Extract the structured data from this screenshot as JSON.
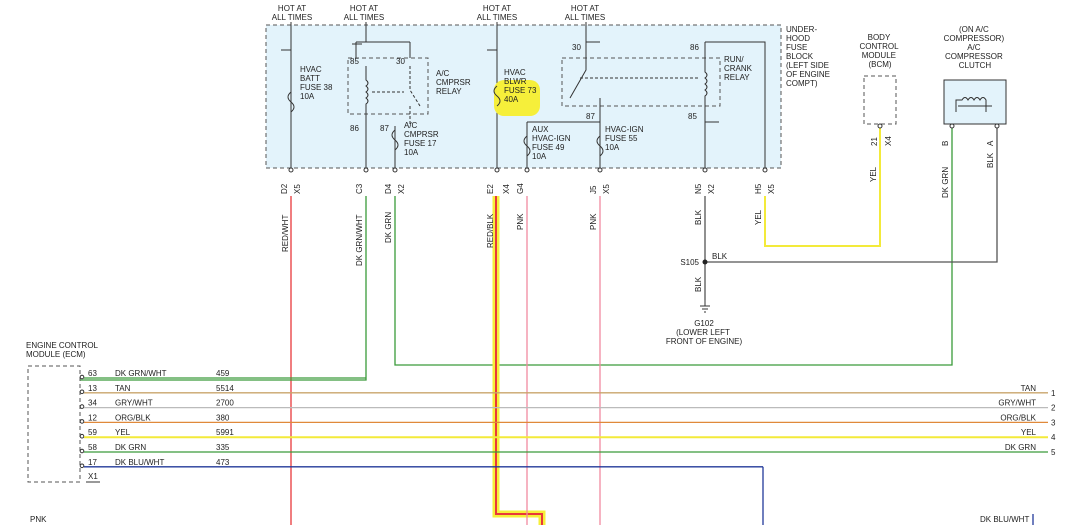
{
  "colors": {
    "red": "#e8383b",
    "green": "#3a9b3a",
    "pink": "#f08aa0",
    "black": "#555555",
    "yellow": "#f3ea3a",
    "tan": "#c9a46b",
    "gray": "#bbbbbb",
    "orange": "#e0893a",
    "blue": "#223a9a",
    "highlight": "#f6ef3a",
    "fusebox_fill": "#e3f3fb"
  },
  "top_labels": {
    "hot1": [
      "HOT AT",
      "ALL TIMES"
    ],
    "hot2": [
      "HOT AT",
      "ALL TIMES"
    ],
    "hot3": [
      "HOT AT",
      "ALL TIMES"
    ],
    "hot4": [
      "HOT AT",
      "ALL TIMES"
    ]
  },
  "fuse_block_label": [
    "UNDER-",
    "HOOD",
    "FUSE",
    "BLOCK",
    "(LEFT SIDE",
    "OF ENGINE",
    "COMPT)"
  ],
  "components": {
    "hvac_batt": [
      "HVAC",
      "BATT",
      "FUSE 38",
      "10A"
    ],
    "ac_relay": [
      "A/C",
      "CMPRSR",
      "RELAY"
    ],
    "ac_fuse": [
      "A/C",
      "CMPRSR",
      "FUSE 17",
      "10A"
    ],
    "blwr_fuse": [
      "HVAC",
      "BLWR",
      "FUSE 73",
      "40A"
    ],
    "aux_fuse": [
      "AUX",
      "HVAC-IGN",
      "FUSE 49",
      "10A"
    ],
    "hvac_ign": [
      "HVAC-IGN",
      "FUSE 55",
      "10A"
    ],
    "run_relay": [
      "RUN/",
      "CRANK",
      "RELAY"
    ],
    "bcm": [
      "BODY",
      "CONTROL",
      "MODULE",
      "(BCM)"
    ],
    "compressor": [
      "(ON A/C",
      "COMPRESSOR)",
      "A/C",
      "COMPRESSOR",
      "CLUTCH"
    ],
    "ecm": [
      "ENGINE CONTROL",
      "MODULE (ECM)"
    ]
  },
  "relay_pins": {
    "p85a": "85",
    "p30a": "30",
    "p86a": "86",
    "p87a": "87",
    "p30b": "30",
    "p86b": "86",
    "p87b": "87",
    "p85b": "85"
  },
  "connectors": {
    "d2": "D2",
    "c3": "C3",
    "d4": "D4",
    "e2": "E2",
    "g4": "G4",
    "j5": "J5",
    "n5": "N5",
    "h5": "H5",
    "x5": "X5",
    "x4": "X4",
    "x2": "X2",
    "bcm_pin": "21",
    "bcm_conn": "X4",
    "comp_b": "B",
    "comp_a": "A"
  },
  "wire_colors": {
    "w1": "RED/WHT",
    "w2": "DK GRN/WHT",
    "w3": "DK GRN",
    "w4": "RED/BLK",
    "w5": "PNK",
    "w6": "PNK",
    "w7": "BLK",
    "w8": "YEL",
    "w9": "YEL",
    "w10": "DK GRN",
    "w11": "BLK",
    "w12": "BLK",
    "w13": "BLK"
  },
  "ground": {
    "splice": "S105",
    "name": "G102",
    "location": [
      "(LOWER LEFT",
      "FRONT OF ENGINE)"
    ]
  },
  "ecm_rows": [
    {
      "pin": "63",
      "color": "DK GRN/WHT",
      "circuit": "459",
      "right": "",
      "num": "",
      "stroke": "green"
    },
    {
      "pin": "13",
      "color": "TAN",
      "circuit": "5514",
      "right": "TAN",
      "num": "1",
      "stroke": "tan"
    },
    {
      "pin": "34",
      "color": "GRY/WHT",
      "circuit": "2700",
      "right": "GRY/WHT",
      "num": "2",
      "stroke": "gray"
    },
    {
      "pin": "12",
      "color": "ORG/BLK",
      "circuit": "380",
      "right": "ORG/BLK",
      "num": "3",
      "stroke": "orange"
    },
    {
      "pin": "59",
      "color": "YEL",
      "circuit": "5991",
      "right": "YEL",
      "num": "4",
      "stroke": "yellow"
    },
    {
      "pin": "58",
      "color": "DK GRN",
      "circuit": "335",
      "right": "DK GRN",
      "num": "5",
      "stroke": "green"
    },
    {
      "pin": "17",
      "color": "DK BLU/WHT",
      "circuit": "473",
      "right": "",
      "num": "",
      "stroke": "blue"
    }
  ],
  "ecm_conn": "X1",
  "bottom": {
    "left": "PNK",
    "right": "DK BLU/WHT"
  }
}
